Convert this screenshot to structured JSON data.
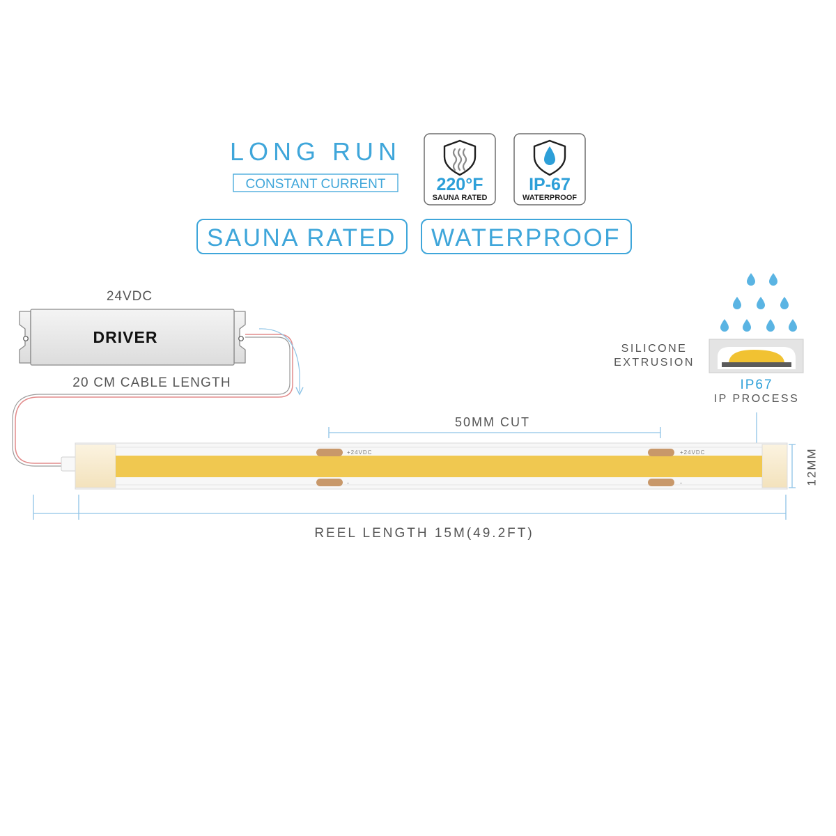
{
  "header": {
    "title": "LONG RUN",
    "subtitle": "CONSTANT CURRENT",
    "badge_sauna": {
      "value": "220°F",
      "caption": "SAUNA RATED"
    },
    "badge_ip": {
      "value": "IP-67",
      "caption": "WATERPROOF"
    },
    "pill_sauna": "SAUNA RATED",
    "pill_waterproof": "WATERPROOF"
  },
  "driver": {
    "voltage": "24VDC",
    "label": "DRIVER",
    "cable_label": "20 CM CABLE LENGTH"
  },
  "strip": {
    "cut_label": "50MM CUT",
    "pad_plus_label": "+24VDC",
    "pad_minus_label": "-",
    "width_label": "12MM",
    "reel_label": "REEL LENGTH 15M(49.2FT)"
  },
  "ip_process": {
    "extrusion_line1": "SILICONE",
    "extrusion_line2": "EXTRUSION",
    "rating": "IP67",
    "caption": "IP PROCESS"
  },
  "colors": {
    "accent_blue": "#2d9fd8",
    "drop_blue": "#5ab4e3",
    "led_yellow": "#f0c850",
    "copper_pad": "#c8986a",
    "dim_line": "#8fc4e6",
    "text_gray": "#555555"
  }
}
